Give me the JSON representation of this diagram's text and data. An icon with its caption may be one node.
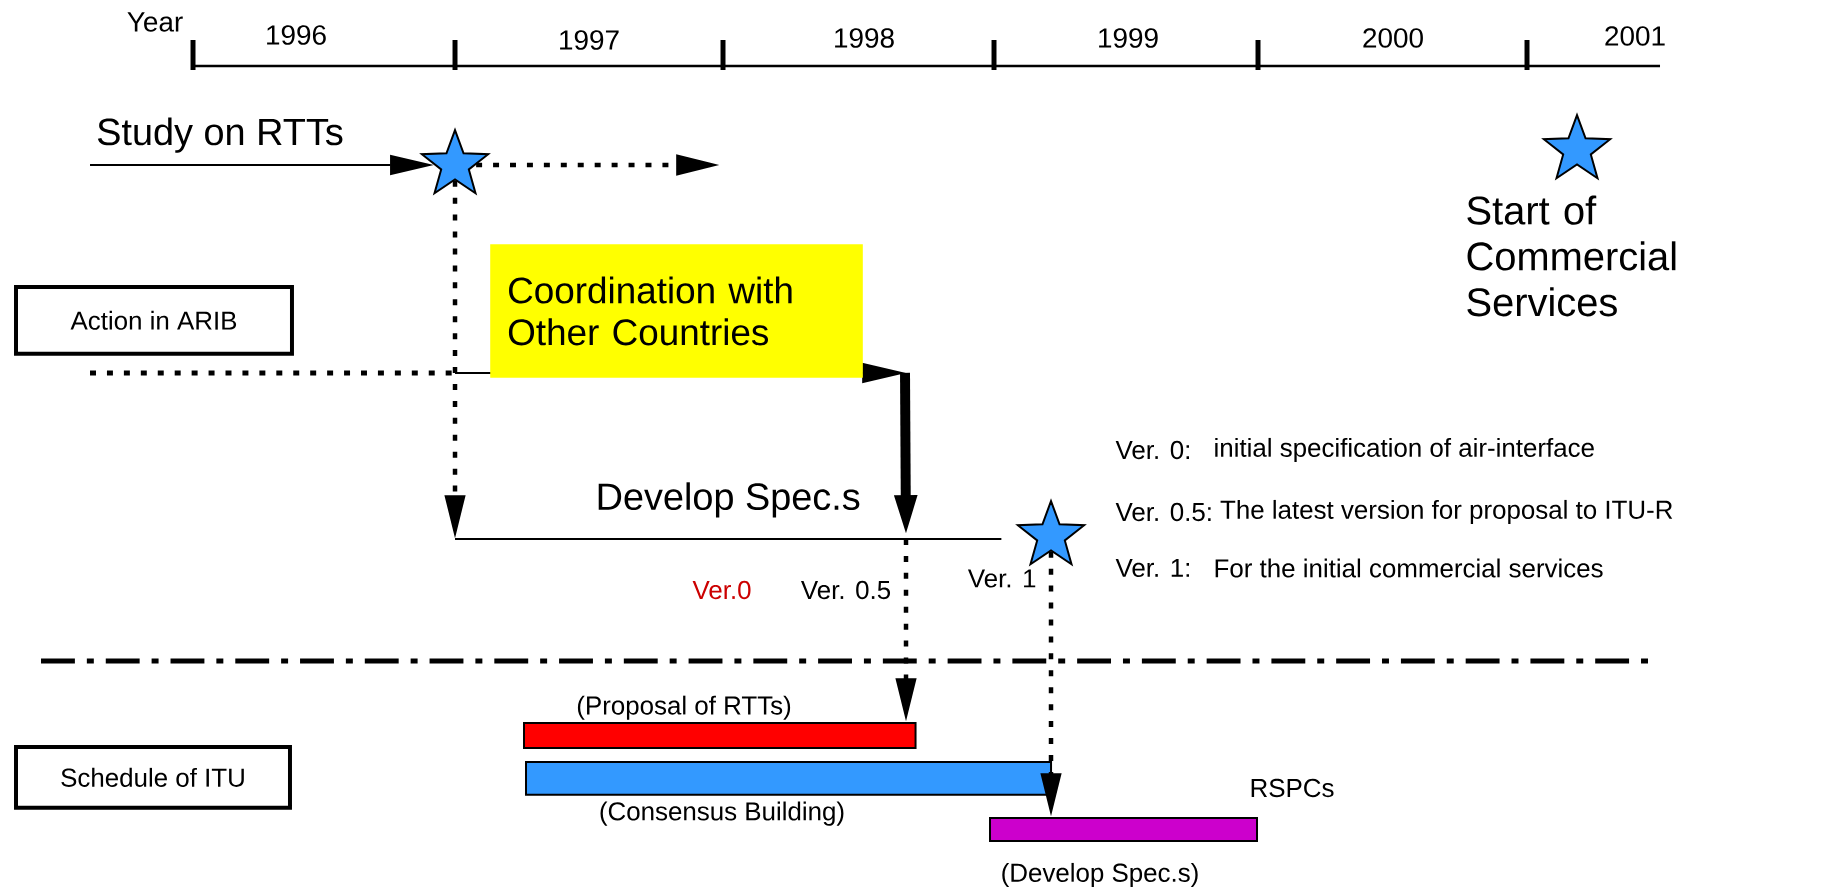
{
  "diagram": {
    "nodes": [
      {
        "text": [],
        "shape": "star"
      },
      {
        "text": [
          "Action in ARIB"
        ]
      },
      {
        "text": [
          "Coordination with Other Countries"
        ]
      },
      {
        "text": [
          "Develop Spec.s"
        ]
      },
      {
        "text": [],
        "shape": "star",
        "beside": [
          "Ver. 1"
        ]
      },
      {
        "text": [],
        "shape": "star",
        "beside": [
          "Start of Commercial Services"
        ]
      },
      {
        "text": [
          "Schedule of ITU"
        ]
      },
      {
        "text": [],
        "shape": "bar",
        "beside": [
          "(Proposal of RTTs)"
        ]
      },
      {
        "text": [],
        "shape": "bar",
        "beside": [
          "(Consensus Building)"
        ]
      },
      {
        "text": [],
        "shape": "bar",
        "beside": [
          "RSPCs",
          "(Develop Spec.s)"
        ]
      }
    ],
    "edges": [
      {
        "from": null,
        "to": 0,
        "arrow": "to",
        "label": "Study on RTTs"
      },
      {
        "from": 0,
        "to": null,
        "arrow": "to",
        "style": "dashed"
      },
      {
        "from": 0,
        "to": 3,
        "arrow": "to",
        "style": "dashed"
      },
      {
        "from": 2,
        "to": 3,
        "arrow": "to",
        "style": "thick"
      },
      {
        "from": 3,
        "to": 7,
        "arrow": "to",
        "style": "dashed"
      },
      {
        "from": 4,
        "to": 9,
        "arrow": "to",
        "style": "dashed"
      }
    ],
    "labels": [
      "Year",
      "1996",
      "1997",
      "1998",
      "1999",
      "2000",
      "2001",
      "Ver.0",
      "Ver. 0.5",
      "Ver. 0:",
      "initial specification of air-interface",
      "Ver. 0.5:",
      "The latest version for proposal to ITU-R",
      "Ver. 1:",
      "For the initial commercial services"
    ]
  }
}
